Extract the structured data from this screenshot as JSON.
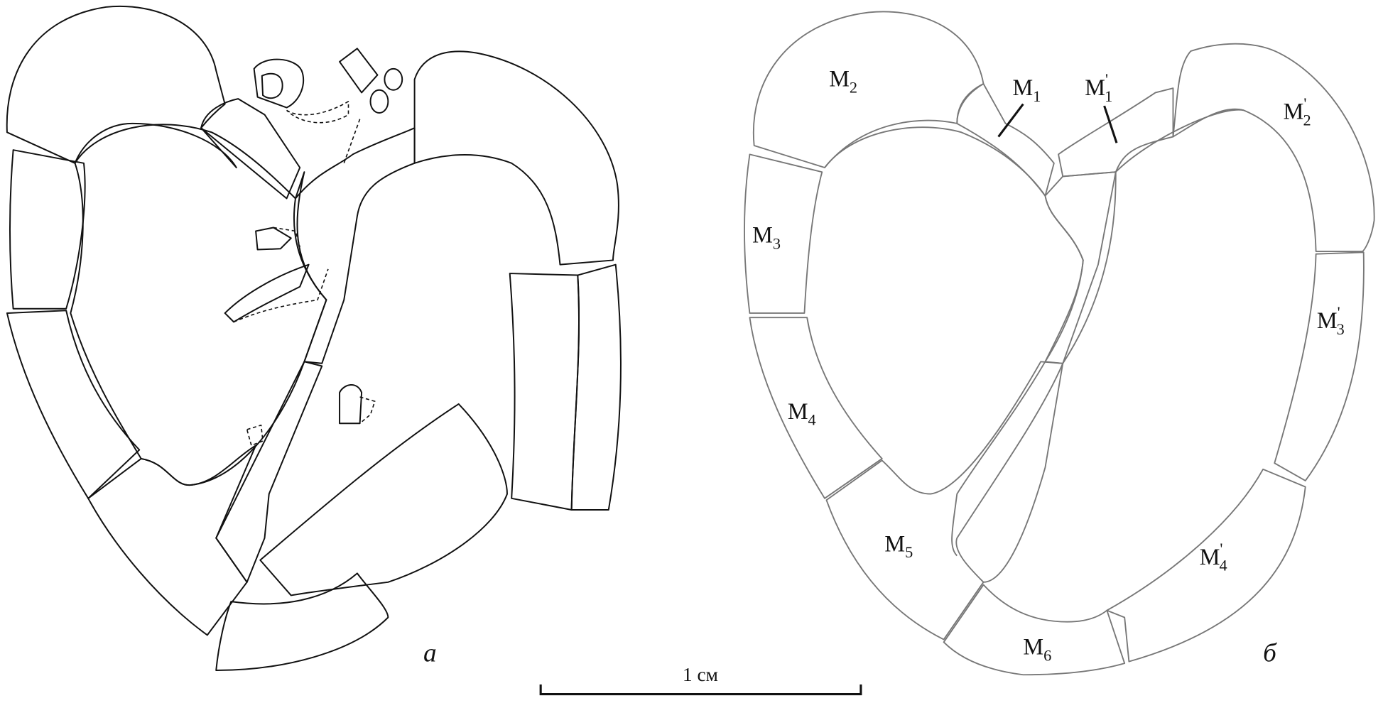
{
  "figure": {
    "panel_a_label": "а",
    "panel_b_label": "б",
    "scale_bar_label": "1 см",
    "plates": [
      {
        "base": "M",
        "sub": "2",
        "prime": ""
      },
      {
        "base": "M",
        "sub": "1",
        "prime": ""
      },
      {
        "base": "M",
        "sub": "1",
        "prime": "'"
      },
      {
        "base": "M",
        "sub": "2",
        "prime": "'"
      },
      {
        "base": "M",
        "sub": "3",
        "prime": ""
      },
      {
        "base": "M",
        "sub": "3",
        "prime": "'"
      },
      {
        "base": "M",
        "sub": "4",
        "prime": ""
      },
      {
        "base": "M",
        "sub": "5",
        "prime": ""
      },
      {
        "base": "M",
        "sub": "4",
        "prime": "'"
      },
      {
        "base": "M",
        "sub": "6",
        "prime": ""
      }
    ]
  }
}
